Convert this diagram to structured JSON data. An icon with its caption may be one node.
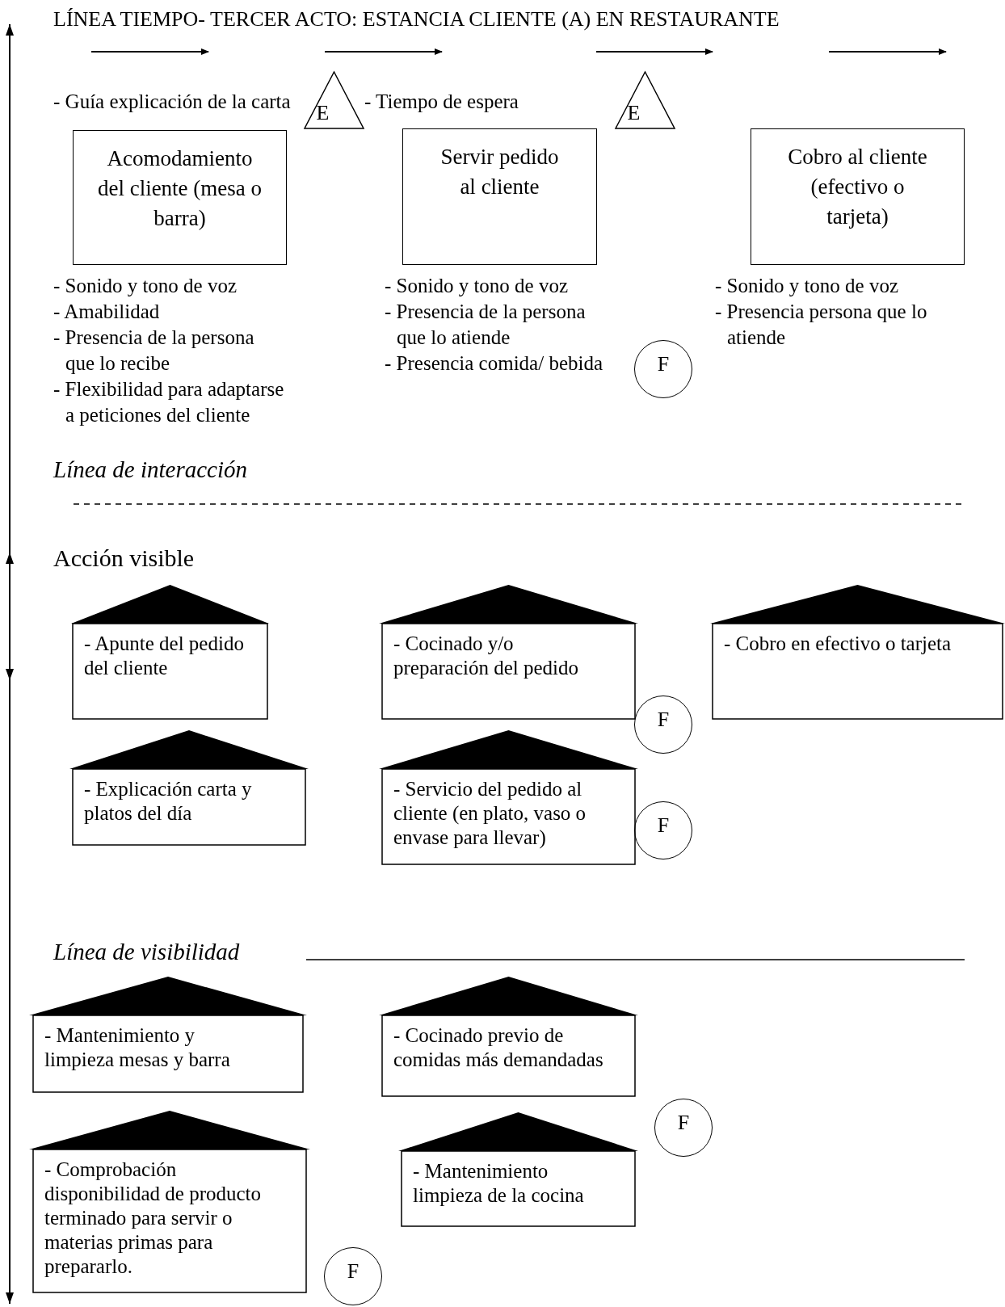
{
  "diagram": {
    "title": "LÍNEA TIEMPO- TERCER ACTO: ESTANCIA CLIENTE (A) EN RESTAURANTE",
    "nodes": [
      {
        "text": [
          "E"
        ]
      },
      {
        "text": [
          "E"
        ]
      },
      {
        "text": [
          "Acomodamiento del cliente (mesa o barra)"
        ],
        "beside": [
          "- Sonido y tono de voz",
          "- Amabilidad",
          "- Presencia de la persona que lo recibe",
          "- Flexibilidad para adaptarse a peticiones del cliente"
        ]
      },
      {
        "text": [
          "Servir pedido al cliente"
        ],
        "beside": [
          "- Sonido y tono de voz",
          "- Presencia de la persona que lo atiende",
          "- Presencia comida/ bebida"
        ]
      },
      {
        "text": [
          "Cobro al cliente (efectivo o tarjeta)"
        ],
        "beside": [
          "- Sonido y tono de voz",
          "- Presencia persona que lo atiende"
        ]
      },
      {
        "text": [
          "F"
        ]
      },
      {
        "text": [
          "- Apunte del pedido del cliente"
        ]
      },
      {
        "text": [
          "- Cocinado y/o preparación del pedido"
        ]
      },
      {
        "text": [
          "- Cobro en efectivo o tarjeta"
        ]
      },
      {
        "text": [
          "F"
        ]
      },
      {
        "text": [
          "- Explicación carta y platos del día"
        ]
      },
      {
        "text": [
          "- Servicio del pedido al cliente (en plato, vaso o envase para llevar)"
        ]
      },
      {
        "text": [
          "F"
        ]
      },
      {
        "text": [
          "- Mantenimiento y limpieza mesas y barra"
        ]
      },
      {
        "text": [
          "- Cocinado previo de comidas más demandadas"
        ]
      },
      {
        "text": [
          "F"
        ]
      },
      {
        "text": [
          "- Comprobación disponibilidad de producto terminado para servir o materias primas para prepararlo."
        ]
      },
      {
        "text": [
          "- Mantenimiento limpieza de la cocina"
        ]
      },
      {
        "text": [
          "F"
        ]
      }
    ],
    "edges": [],
    "labels": [
      "- Guía explicación de la carta",
      "- Tiempo de espera",
      "Línea de interacción",
      "Acción visible",
      "Línea de visibilidad"
    ]
  }
}
